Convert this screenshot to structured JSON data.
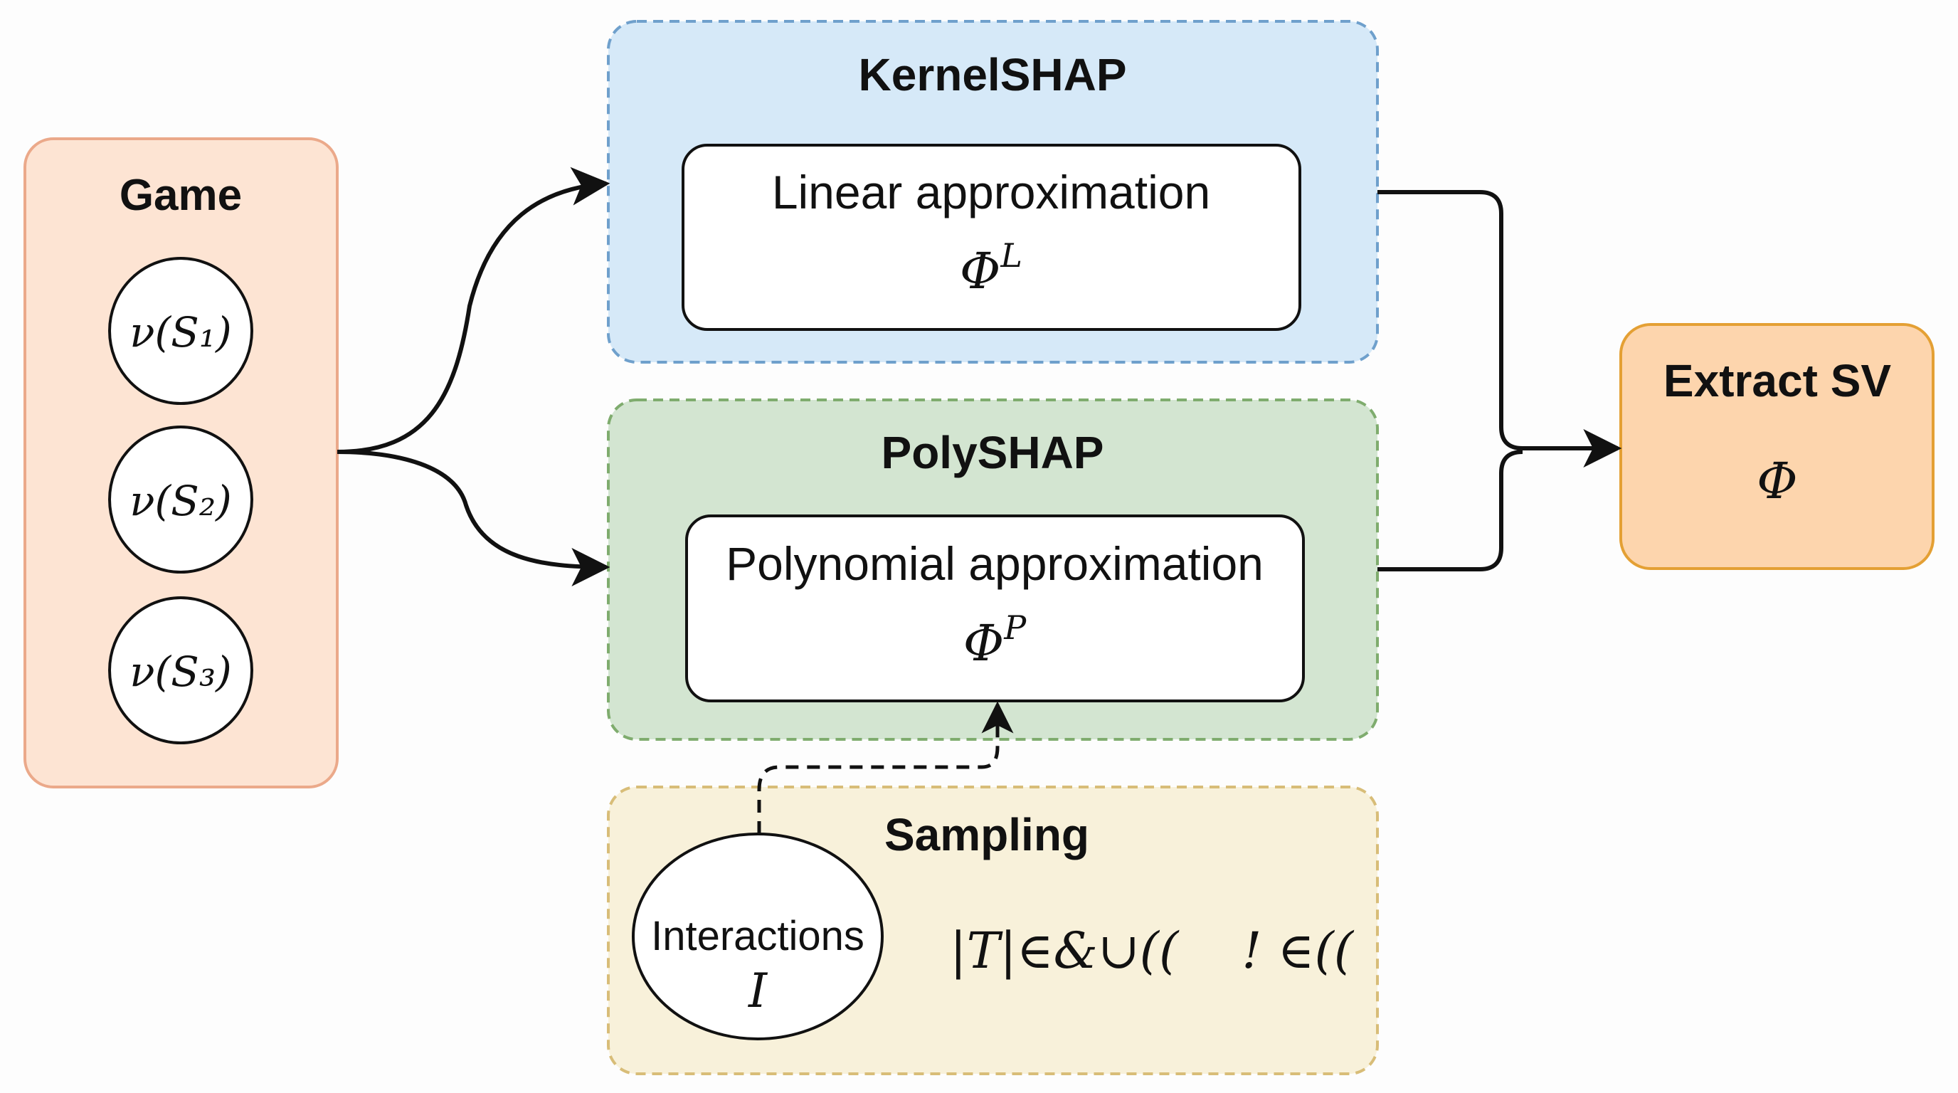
{
  "game": {
    "title": "Game",
    "items": [
      "ν(S₁)",
      "ν(S₂)",
      "ν(S₃)"
    ]
  },
  "kernelshap": {
    "title": "KernelSHAP",
    "inner_label": "Linear approximation",
    "symbol": "Φ",
    "superscript": "L"
  },
  "polyshap": {
    "title": "PolySHAP",
    "inner_label": "Polynomial approximation",
    "symbol": "Φ",
    "superscript": "P"
  },
  "sampling": {
    "title": "Sampling",
    "interactions_label": "Interactions",
    "interactions_symbol": "I",
    "formula": "|T|∈&∪((    ! ∈(("
  },
  "extract": {
    "title": "Extract SV",
    "symbol": "Φ"
  },
  "colors": {
    "game_fill": "#fde4d3",
    "game_stroke": "#eba98a",
    "kernel_fill": "#d6e9f8",
    "kernel_stroke": "#6fa0cc",
    "poly_fill": "#d3e5d1",
    "poly_stroke": "#7fac6e",
    "sampling_fill": "#f8f1da",
    "sampling_stroke": "#d8bd78",
    "extract_fill": "#fdd5ad",
    "extract_stroke": "#e4a034"
  }
}
